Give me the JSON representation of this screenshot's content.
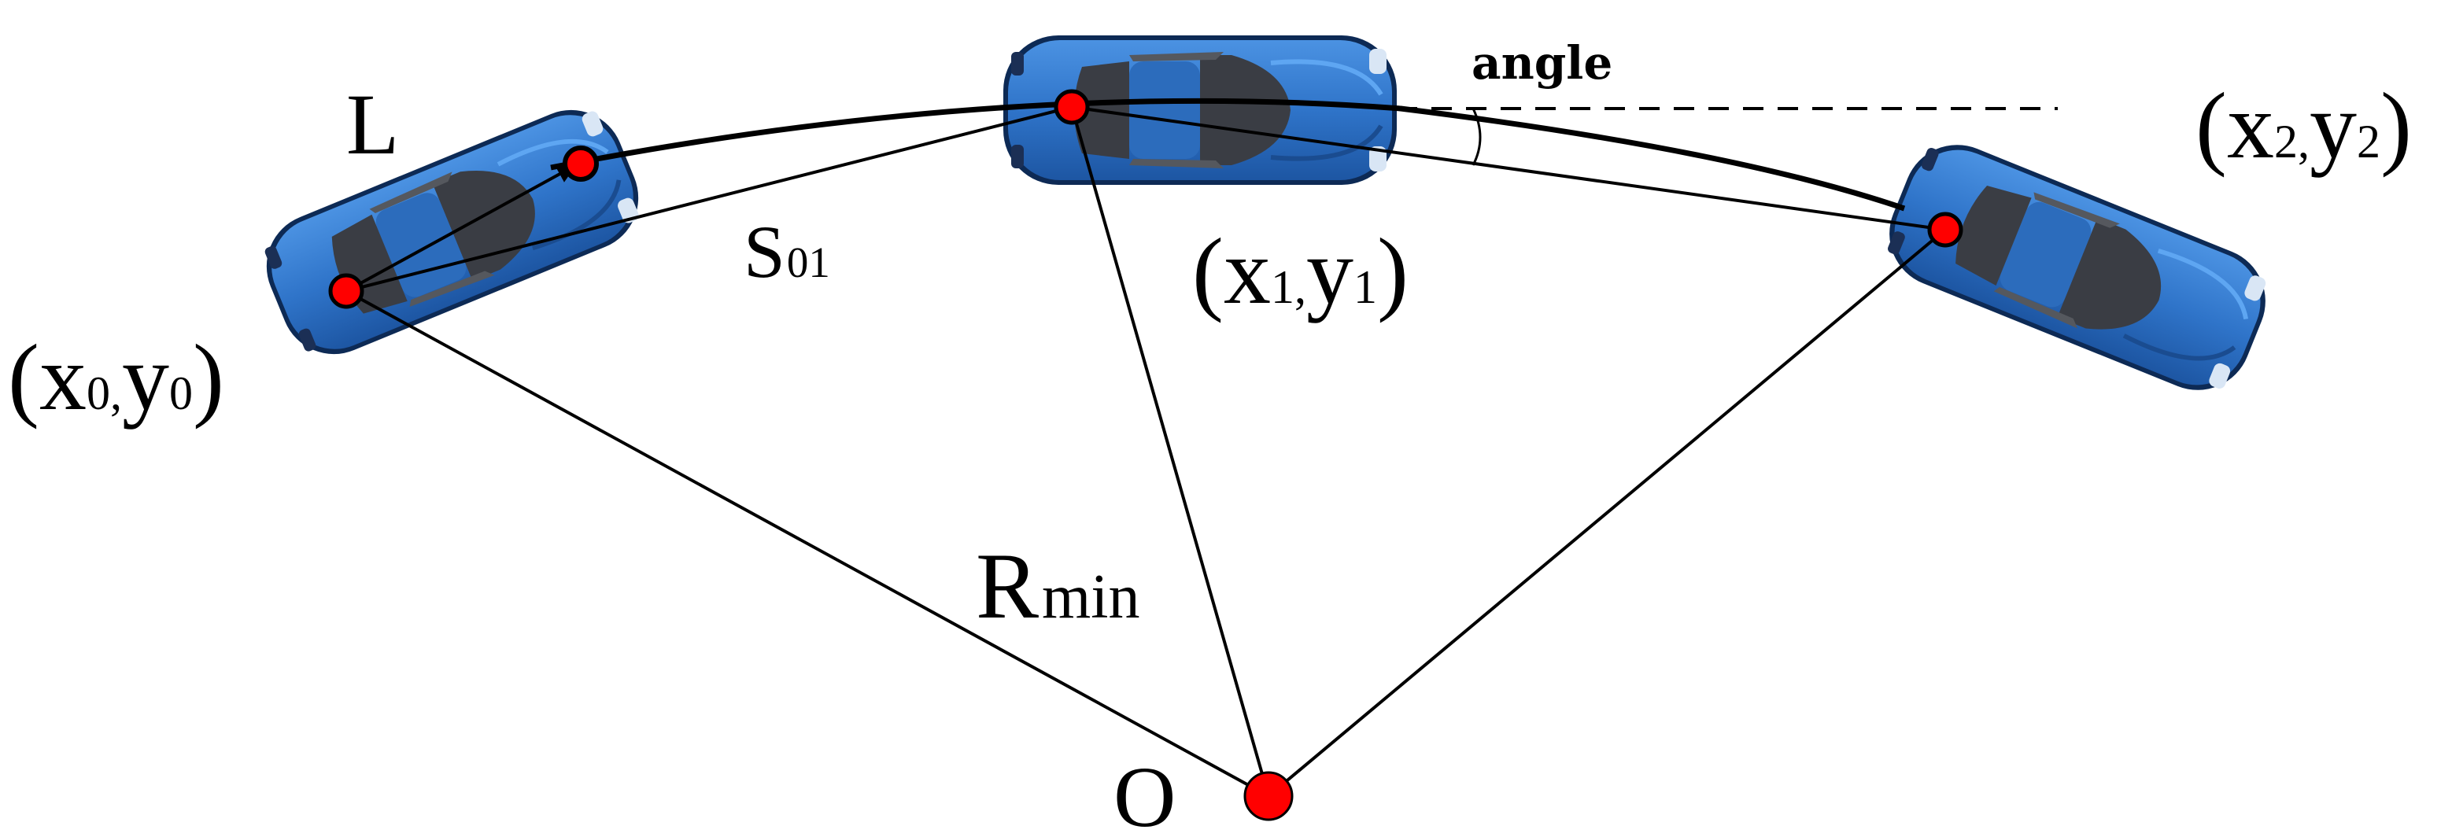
{
  "labels": {
    "L": "L",
    "angle": "angle",
    "S01": {
      "main": "S",
      "sub": "01"
    },
    "point0": {
      "open": "(x",
      "sub_x": "0,",
      "y": "y",
      "sub_y": "0",
      "close": ")"
    },
    "point1": {
      "open": "(x",
      "sub_x": "1,",
      "y": "y",
      "sub_y": "1",
      "close": ")"
    },
    "point2": {
      "open": "(x",
      "sub_x": "2,",
      "y": "y",
      "sub_y": "2",
      "close": ")"
    },
    "Rmin": {
      "main": "R",
      "sub": "min"
    },
    "O": "O"
  },
  "colors": {
    "car_body": "#2f74c9",
    "car_window": "#3a3d44",
    "point_fill": "#ff0000",
    "line": "#000000"
  }
}
